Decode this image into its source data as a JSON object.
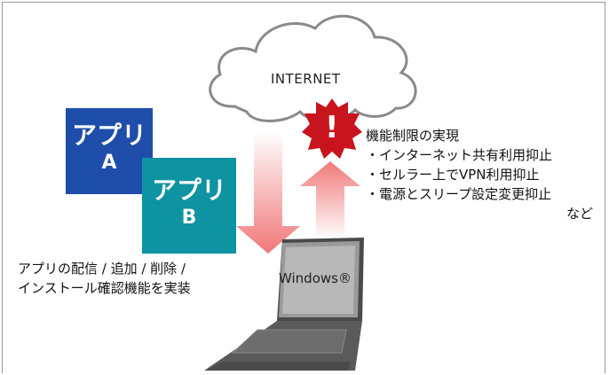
{
  "internet": {
    "label": "INTERNET"
  },
  "apps": [
    {
      "line1": "アプリ",
      "line2": "A"
    },
    {
      "line1": "アプリ",
      "line2": "B"
    }
  ],
  "app_caption": {
    "line1": "アプリの配信 / 追加 / 削除 /",
    "line2": "インストール確認機能を実装"
  },
  "restrictions": {
    "title": "機能制限の実現",
    "items": [
      "・インターネット共有利用抑止",
      "・セルラー上でVPN利用抑止",
      "・電源とスリープ設定変更抑止"
    ],
    "tail": "など"
  },
  "warning": {
    "symbol": "!"
  },
  "laptop": {
    "screen_label": "Windows®"
  },
  "colors": {
    "tile_a": "#1f4eaa",
    "tile_b": "#0d93a2",
    "warning_red": "#c8141c",
    "arrow_pink": "#f28a8a",
    "cloud_stroke": "#8a8a8a"
  }
}
